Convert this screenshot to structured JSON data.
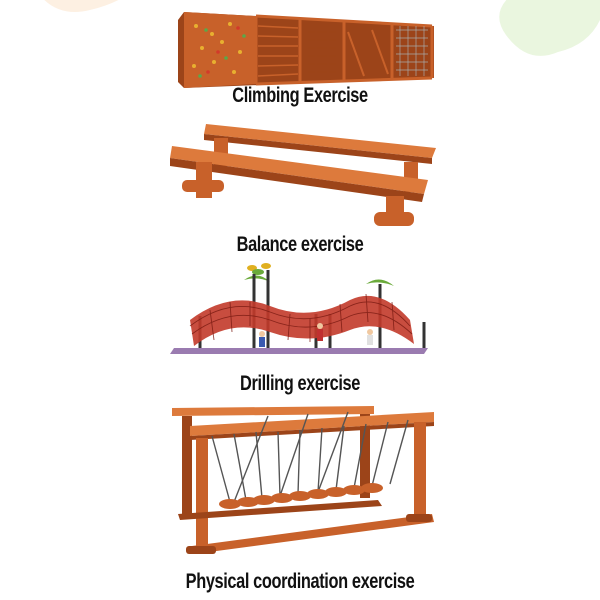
{
  "colors": {
    "wood": "#c8612a",
    "wood_light": "#dd7a3c",
    "wood_dark": "#9c4419",
    "rope": "#6b6b6b",
    "blob_left": "#fdf0e2",
    "blob_right": "#eaf6df"
  },
  "sections": [
    {
      "caption": "Climbing Exercise",
      "icon": "climbing-wall-icon"
    },
    {
      "caption": "Balance exercise",
      "icon": "balance-beam-icon"
    },
    {
      "caption": "Drilling exercise",
      "icon": "rope-tunnel-icon"
    },
    {
      "caption": "Physical coordination exercise",
      "icon": "swing-bridge-icon"
    }
  ]
}
